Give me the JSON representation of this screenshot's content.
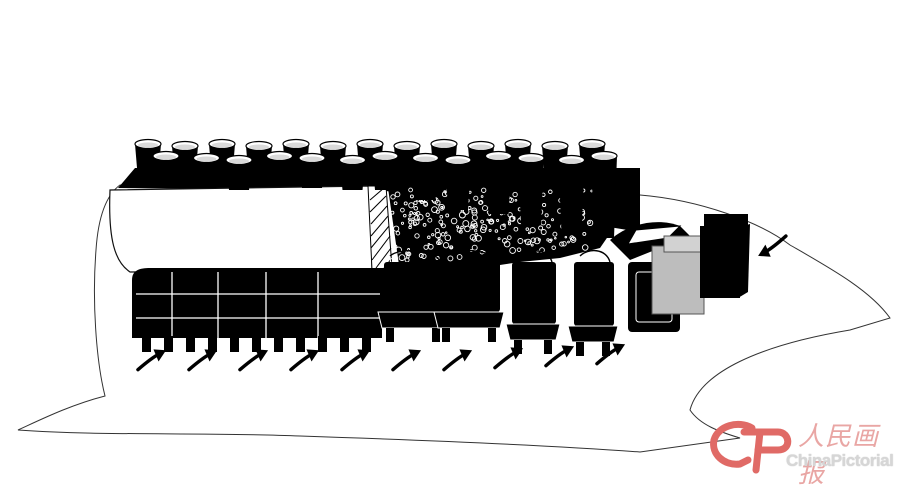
{
  "watermark": {
    "brand_cn": "人民画报",
    "brand_en": "ChinaPictorial",
    "logo_icon": "china-pictorial-logo-icon",
    "logo_color": "#e06a66"
  },
  "colors": {
    "ink": "#000000",
    "paper": "#ffffff",
    "grey_block": "#bdbdbd",
    "line": "#222222"
  },
  "diagram": {
    "figure_count": 26,
    "chariot_block_count": 4,
    "front_arrow_count": 10,
    "side_arrow_count": 1
  }
}
